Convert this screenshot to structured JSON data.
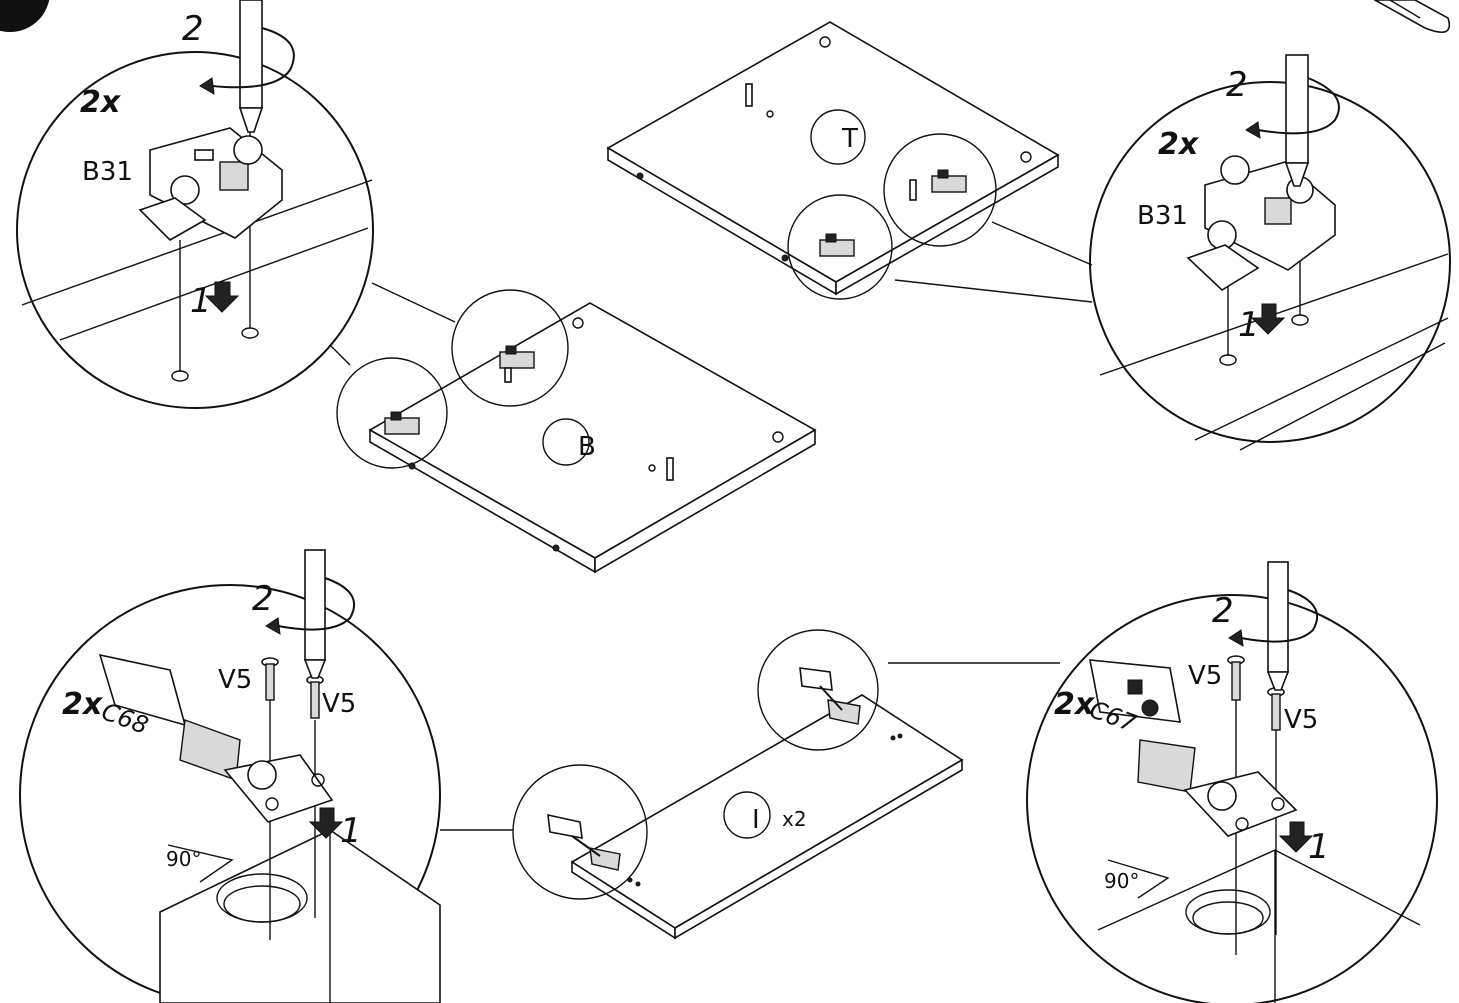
{
  "step_label": "",
  "detail_top_left": {
    "step2": "2",
    "step1": "1",
    "qty": "2x",
    "part": "B31"
  },
  "detail_top_right": {
    "step2": "2",
    "step1": "1",
    "qty": "2x",
    "part": "B31"
  },
  "panel_top": {
    "label": "T"
  },
  "panel_bottom": {
    "label": "B"
  },
  "detail_bottom_left": {
    "step2": "2",
    "step1": "1",
    "qty": "2x",
    "part": "C68",
    "screw_a": "V5",
    "screw_b": "V5",
    "angle": "90°"
  },
  "detail_bottom_right": {
    "step2": "2",
    "step1": "1",
    "qty": "2x",
    "part": "C67",
    "screw_a": "V5",
    "screw_b": "V5",
    "angle": "90°"
  },
  "panel_door": {
    "label": "I",
    "count": "x2"
  }
}
